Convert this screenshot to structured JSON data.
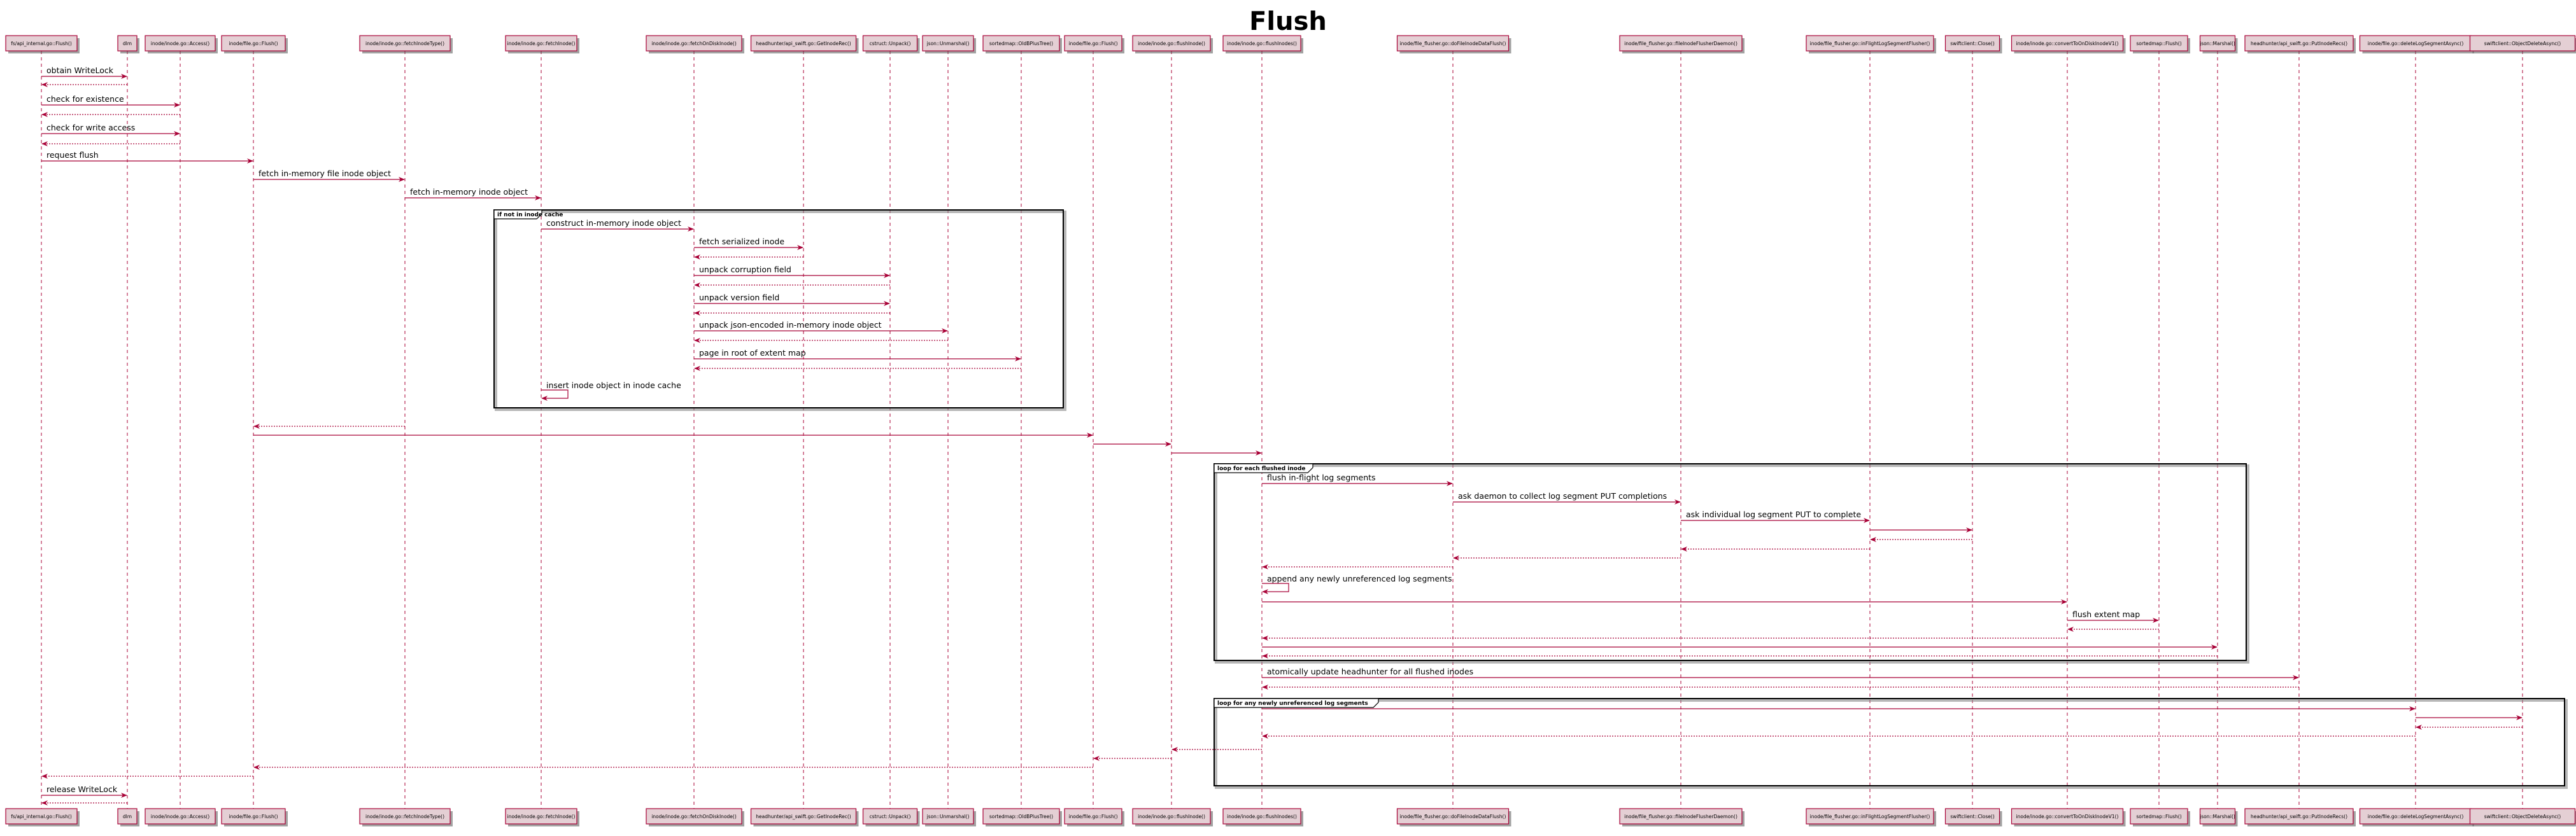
{
  "title": "Flush",
  "participants": [
    "fs/api_internal.go::Flush()",
    "dlm",
    "inode/inode.go::Access()",
    "inode/file.go::Flush()",
    "inode/inode.go::fetchInodeType()",
    "inode/inode.go::fetchInode()",
    "inode/inode.go::fetchOnDiskInode()",
    "headhunter/api_swift.go::GetInodeRec()",
    "cstruct::Unpack()",
    "json::Unmarshal()",
    "sortedmap::OldBPlusTree()",
    "inode/file.go::Flush()",
    "inode/inode.go::flushInode()",
    "inode/inode.go::flushInodes()",
    "inode/file_flusher.go::doFileInodeDataFlush()",
    "inode/file_flusher.go::fileInodeFlusherDaemon()",
    "inode/file_flusher.go::inFlightLogSegmentFlusher()",
    "swiftclient::Close()",
    "inode/inode.go::convertToOnDiskInodeV1()",
    "sortedmap::Flush()",
    "json::Marshal()",
    "headhunter/api_swift.go::PutInodeRecs()",
    "inode/file.go::deleteLogSegmentAsync()",
    "swiftclient::ObjectDeleteAsync()"
  ],
  "frames": [
    "if not in inode cache",
    "loop for each flushed inode",
    "loop for any newly unreferenced log segments"
  ],
  "messages": [
    "obtain WriteLock",
    "check for existence",
    "check for write access",
    "request flush",
    "fetch in-memory file inode object",
    "fetch in-memory inode object",
    "construct in-memory inode object",
    "fetch serialized inode",
    "unpack corruption field",
    "unpack version field",
    "unpack json-encoded in-memory inode object",
    "page in root of extent map",
    "insert inode object in inode cache",
    "flush in-flight log segments",
    "ask daemon to collect log segment PUT completions",
    "ask individual log segment PUT to complete",
    "append any newly unreferenced log segments",
    "flush extent map",
    "atomically update headhunter for all flushed inodes",
    "release WriteLock"
  ],
  "colors": {
    "accent": "#a80036",
    "participant_fill": "#e4cfd4",
    "frame": "#000000",
    "background": "#ffffff"
  }
}
